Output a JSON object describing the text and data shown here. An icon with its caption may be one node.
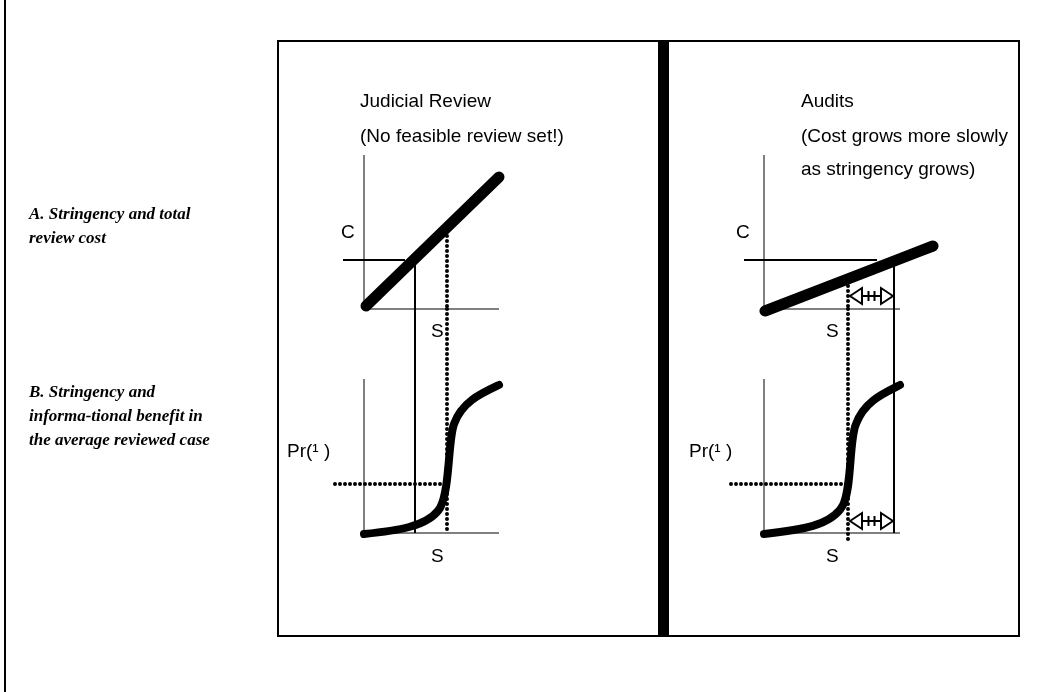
{
  "diagram": {
    "nodes": [
      {
        "text": [
          "Judicial Review",
          "(No feasible review set!)"
        ]
      },
      {
        "text": [
          "Audits",
          "(Cost grows more slowly as stringency grows)"
        ]
      }
    ],
    "edges": [],
    "labels": [
      "A. Stringency and total review cost",
      "B. Stringency and informa-tional benefit in the average reviewed case",
      "C",
      "S",
      "Pr(¹ )",
      "S",
      "C",
      "S",
      "Pr(¹ )",
      "S"
    ]
  }
}
